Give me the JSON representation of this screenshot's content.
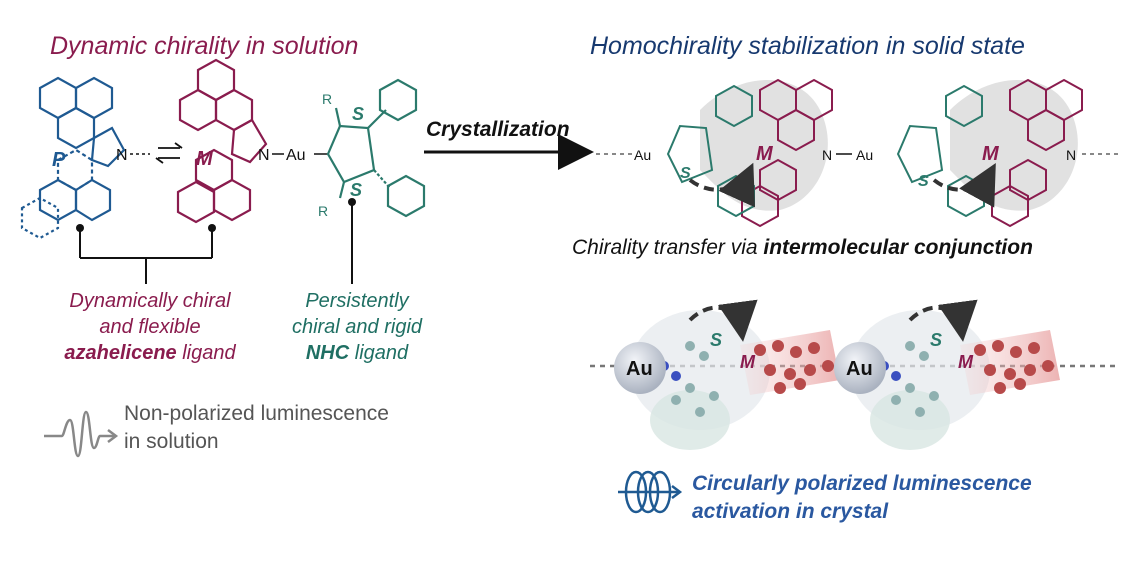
{
  "titles": {
    "left": "Dynamic chirality in solution",
    "right": "Homochirality stabilization in solid state"
  },
  "arrow_label": "Crystallization",
  "molecule_labels": {
    "P": "P",
    "M": "M",
    "S": "S",
    "N": "N",
    "Au": "Au",
    "R": "R"
  },
  "azahelicene": {
    "line1": "Dynamically chiral",
    "line2": "and flexible",
    "line3_bold": "azahelicene",
    "line3_rest": " ligand"
  },
  "nhc": {
    "line1": "Persistently",
    "line2": "chiral and rigid",
    "line3_bold": "NHC",
    "line3_rest": " ligand"
  },
  "nonpolarized": {
    "line1": "Non-polarized luminescence",
    "line2": "in solution"
  },
  "transfer": {
    "prefix": "Chirality transfer via ",
    "bold": "intermolecular conjunction"
  },
  "cpl": {
    "line1": "Circularly polarized luminescence",
    "line2": "activation in crystal"
  },
  "colors": {
    "plum": "#8a1c4e",
    "navy": "#17396f",
    "blue": "#1f5a92",
    "teal": "#2b7a6c",
    "gray": "#555555"
  }
}
